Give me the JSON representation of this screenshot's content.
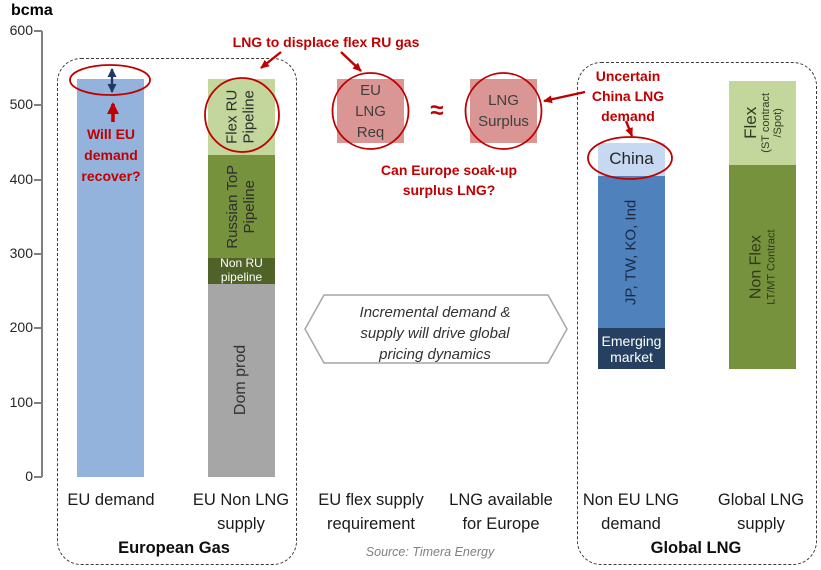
{
  "unit_label": "bcma",
  "source": "Source: Timera Energy",
  "groups": {
    "left": "European Gas",
    "right": "Global LNG"
  },
  "middle": {
    "req": "EU\nLNG\nReq",
    "approx": "≈",
    "surplus": "LNG\nSurplus"
  },
  "annotations": {
    "displace": "LNG to displace flex RU gas",
    "will_eu_recover": "Will EU\ndemand\nrecover?",
    "soak_up": "Can Europe soak-up\nsurplus LNG?",
    "uncertain_china": "Uncertain\nChina LNG\ndemand",
    "hexagon": "Incremental demand &\nsupply will drive global\npricing dynamics"
  },
  "colors": {
    "annotation_red": "#c00000",
    "arrow_navy": "#1f3864",
    "eu_demand_blue": "#94b3dc",
    "dom_prod_gray": "#a6a6a6",
    "non_ru_dark_olive": "#4f6228",
    "green": "#76923c",
    "light_green": "#c3d69b",
    "pink_box": "#d99694",
    "emerging_navy": "#254061",
    "jp_blue": "#4f81bd",
    "china_light_blue": "#c6d9f0"
  },
  "chart_data": {
    "type": "bar",
    "stacked": true,
    "title": "",
    "ylabel": "bcma",
    "ylim": [
      0,
      600
    ],
    "yticks": [
      0,
      100,
      200,
      300,
      400,
      500,
      600
    ],
    "grid": false,
    "categories": [
      "EU demand",
      "EU Non LNG\nsupply",
      "EU flex supply\nrequirement",
      "LNG available\nfor Europe",
      "Non EU LNG\ndemand",
      "Global LNG\nsupply"
    ],
    "bars": [
      {
        "name": "EU demand",
        "col": 0,
        "segments": [
          {
            "label": "EU demand",
            "from": 0,
            "to": 535,
            "color": "#94b3dc"
          }
        ]
      },
      {
        "name": "EU Non LNG supply",
        "col": 1,
        "segments": [
          {
            "label": "Dom prod",
            "from": 0,
            "to": 260,
            "color": "#a6a6a6",
            "style": "rot",
            "lines": [
              "Dom prod"
            ],
            "text_color": "#333333",
            "font": 16
          },
          {
            "label": "Non RU pipeline",
            "from": 260,
            "to": 295,
            "color": "#4f6228",
            "style": "h",
            "lines": [
              "Non RU",
              "pipeline"
            ],
            "text_color": "#ffffff",
            "font": 12
          },
          {
            "label": "Russian ToP Pipeline",
            "from": 295,
            "to": 433,
            "color": "#76923c",
            "style": "rot",
            "lines": [
              "Russian ToP",
              "Pipeline"
            ],
            "text_color": "#2e2e2e",
            "font": 15
          },
          {
            "label": "Flex RU Pipeline",
            "from": 433,
            "to": 535,
            "color": "#c3d69b",
            "style": "rot",
            "lines": [
              "Flex RU",
              "Pipeline"
            ],
            "text_color": "#2e2e2e",
            "font": 15
          }
        ]
      },
      {
        "name": "Non EU LNG demand",
        "col": 4,
        "segments": [
          {
            "label": "Emerging market",
            "from": 145,
            "to": 200,
            "color": "#254061",
            "style": "h",
            "lines": [
              "Emerging",
              "market"
            ],
            "text_color": "#ffffff",
            "font": 14
          },
          {
            "label": "JP, TW, KO, Ind",
            "from": 200,
            "to": 405,
            "color": "#4f81bd",
            "style": "rot",
            "lines": [
              "JP, TW, KO, Ind"
            ],
            "text_color": "#1b2a45",
            "font": 15
          },
          {
            "label": "China",
            "from": 405,
            "to": 450,
            "color": "#c6d9f0",
            "style": "h",
            "lines": [
              "China"
            ],
            "text_color": "#262626",
            "font": 17
          }
        ]
      },
      {
        "name": "Global LNG supply",
        "col": 5,
        "segments": [
          {
            "label": "Non Flex LT/MT Contract",
            "from": 145,
            "to": 420,
            "color": "#76923c",
            "style": "rot",
            "lines": [
              "Non Flex"
            ],
            "small": [
              "LT/MT Contract"
            ],
            "text_color": "#2f3a1a",
            "font": 16,
            "small_font": 11
          },
          {
            "label": "Flex (ST contract /Spot)",
            "from": 420,
            "to": 533,
            "color": "#c3d69b",
            "style": "rot",
            "lines": [
              "Flex"
            ],
            "small": [
              "(ST contract",
              "/Spot)"
            ],
            "text_color": "#333c22",
            "font": 17,
            "small_font": 11
          }
        ]
      }
    ]
  }
}
